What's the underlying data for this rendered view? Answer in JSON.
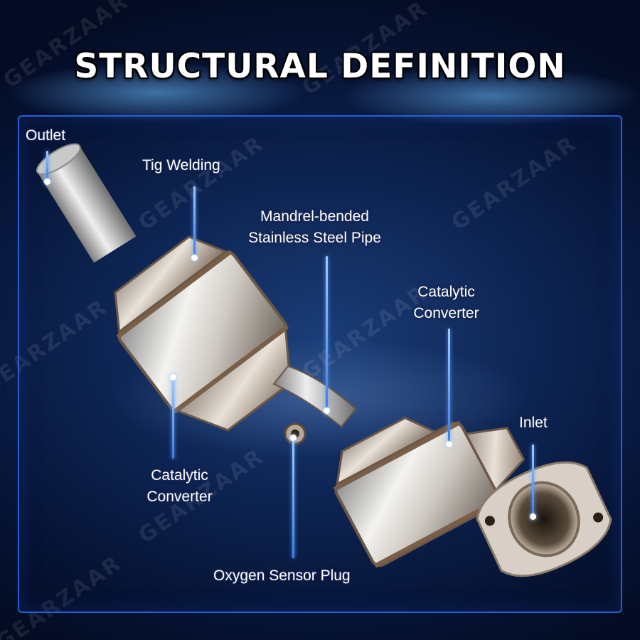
{
  "title": "STRUCTURAL DEFINITION",
  "watermark": "GEARZAAR",
  "labels": {
    "outlet": "Outlet",
    "tig_welding": "Tig Welding",
    "mandrel_line1": "Mandrel-bended",
    "mandrel_line2": "Stainless Steel Pipe",
    "cat_right_line1": "Catalytic",
    "cat_right_line2": "Converter",
    "inlet": "Inlet",
    "cat_left_line1": "Catalytic",
    "cat_left_line2": "Converter",
    "oxygen_sensor": "Oxygen Sensor Plug"
  },
  "colors": {
    "frame_border": "#2a5fd0",
    "pointer_line": "#5aa0ff",
    "label_text": "#ffffff",
    "background": "#0d2452"
  }
}
